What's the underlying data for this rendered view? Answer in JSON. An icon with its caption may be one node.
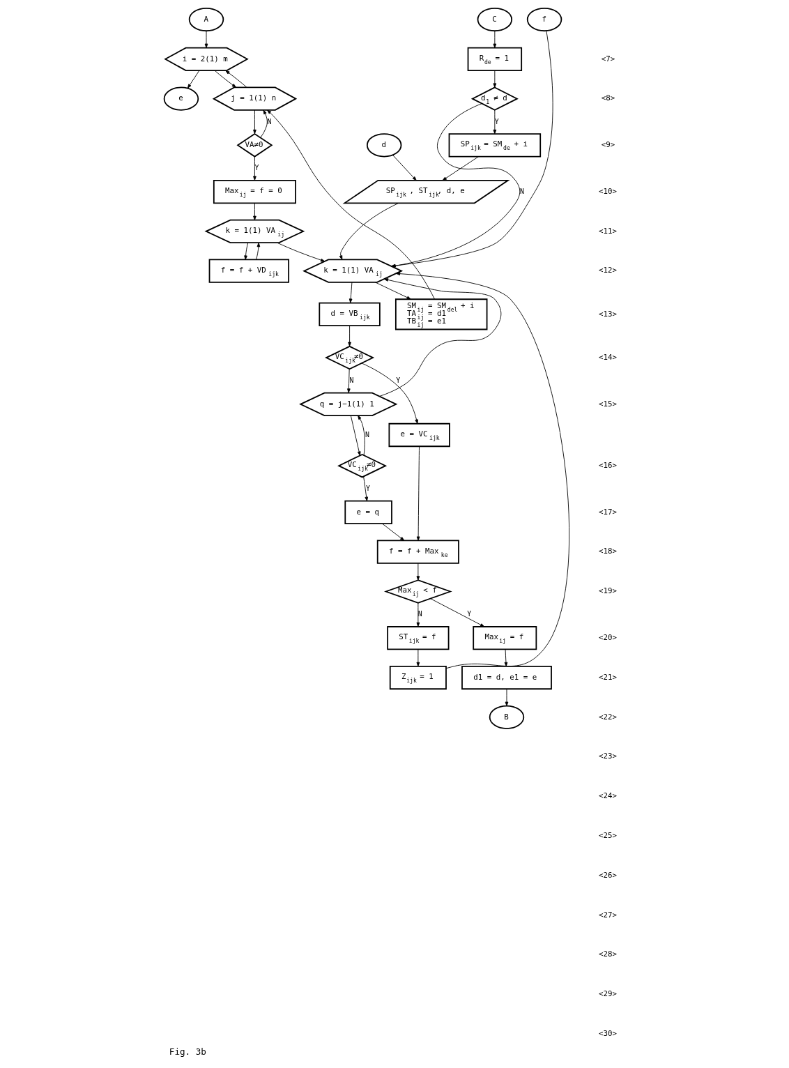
{
  "diagram": {
    "caption": "Fig. 3b",
    "nodes": [
      {
        "text": [
          "A"
        ]
      },
      {
        "text": [
          "i = 2(1) m"
        ]
      },
      {
        "text": [
          "e"
        ]
      },
      {
        "text": [
          "j = 1(1) n"
        ]
      },
      {
        "text": [
          "VA≠0"
        ]
      },
      {
        "text": [
          "Max$_{ij}$ = f = 0"
        ]
      },
      {
        "text": [
          "k = 1(1) VA$_{ij}$"
        ]
      },
      {
        "text": [
          "f = f + VD$_{ijk}$"
        ]
      },
      {
        "text": [
          "k = 1(1) VA$_{ij}$"
        ]
      },
      {
        "text": [
          "d = VB$_{ijk}$"
        ]
      },
      {
        "text": [
          "VC$_{ijk}$≠0"
        ]
      },
      {
        "text": [
          "q = j−1(1) 1"
        ]
      },
      {
        "text": [
          "e = VC$_{ijk}$"
        ]
      },
      {
        "text": [
          "VC$_{ijk}$≠0"
        ]
      },
      {
        "text": [
          "e = q"
        ]
      },
      {
        "text": [
          "f = f + Max$_{ke}$"
        ]
      },
      {
        "text": [
          "Max$_{ij}$ < f"
        ]
      },
      {
        "text": [
          "ST$_{ijk}$ = f"
        ]
      },
      {
        "text": [
          "Max$_{ij}$ = f"
        ]
      },
      {
        "text": [
          "Z$_{ijk}$ = 1"
        ]
      },
      {
        "text": [
          "d1 = d, e1 = e"
        ]
      },
      {
        "text": [
          "B"
        ]
      },
      {
        "text": [
          "R$_{de}$ = 1"
        ]
      },
      {
        "text": [
          "C"
        ]
      },
      {
        "text": [
          "SM$_{ij}$ = SM$_{del}$ + i",
          "TA$_{ij}$ = d1",
          "TB$_{ij}$ = e1"
        ]
      },
      {
        "text": [
          "d$_{1}$ ≠ d"
        ]
      },
      {
        "text": [
          "SP$_{ijk}$ = SM$_{de}$ + i"
        ]
      },
      {
        "text": [
          "d"
        ]
      },
      {
        "text": [
          "SP$_{ijk}$ , ST$_{ijk}$, d, e"
        ]
      },
      {
        "text": [
          "f"
        ]
      }
    ],
    "edges": [
      {
        "from": 0,
        "to": 1,
        "arrow": "to"
      },
      {
        "from": 1,
        "to": 2,
        "arrow": "to"
      },
      {
        "from": 1,
        "to": 3,
        "arrow": "to"
      },
      {
        "from": 3,
        "to": 1,
        "arrow": "to"
      },
      {
        "from": 3,
        "to": 4,
        "arrow": "to"
      },
      {
        "from": 24,
        "to": 3,
        "arrow": "to"
      },
      {
        "from": 4,
        "to": 3,
        "arrow": "to",
        "label": "N"
      },
      {
        "from": 4,
        "to": 5,
        "arrow": "to",
        "label": "Y"
      },
      {
        "from": 5,
        "to": 6,
        "arrow": "to"
      },
      {
        "from": 6,
        "to": 7,
        "arrow": "to"
      },
      {
        "from": 7,
        "to": 6,
        "arrow": "to"
      },
      {
        "from": 6,
        "to": 8,
        "arrow": "to"
      },
      {
        "from": 8,
        "to": 9,
        "arrow": "to"
      },
      {
        "from": 8,
        "to": 24,
        "arrow": "to"
      },
      {
        "from": 9,
        "to": 10,
        "arrow": "to"
      },
      {
        "from": 10,
        "to": 11,
        "arrow": "to",
        "label": "N"
      },
      {
        "from": 10,
        "to": 12,
        "arrow": "to",
        "label": "Y"
      },
      {
        "from": 11,
        "to": 13,
        "arrow": "to"
      },
      {
        "from": 13,
        "to": 11,
        "arrow": "to",
        "label": "N"
      },
      {
        "from": 13,
        "to": 14,
        "arrow": "to",
        "label": "Y"
      },
      {
        "from": 11,
        "to": 8,
        "arrow": "to"
      },
      {
        "from": 14,
        "to": 15,
        "arrow": "to"
      },
      {
        "from": 12,
        "to": 15,
        "arrow": "to"
      },
      {
        "from": 15,
        "to": 16,
        "arrow": "to"
      },
      {
        "from": 16,
        "to": 17,
        "arrow": "to",
        "label": "N"
      },
      {
        "from": 16,
        "to": 18,
        "arrow": "to",
        "label": "Y"
      },
      {
        "from": 17,
        "to": 19,
        "arrow": "to"
      },
      {
        "from": 18,
        "to": 20,
        "arrow": "to"
      },
      {
        "from": 19,
        "to": 8,
        "arrow": "to"
      },
      {
        "from": 20,
        "to": 21,
        "arrow": "to"
      },
      {
        "from": 23,
        "to": 22,
        "arrow": "to"
      },
      {
        "from": 22,
        "to": 25,
        "arrow": "to"
      },
      {
        "from": 25,
        "to": 8,
        "arrow": "to",
        "label": "N"
      },
      {
        "from": 25,
        "to": 26,
        "arrow": "to",
        "label": "Y"
      },
      {
        "from": 26,
        "to": 28,
        "arrow": "to"
      },
      {
        "from": 27,
        "to": 28,
        "arrow": "to"
      },
      {
        "from": 28,
        "to": 8,
        "arrow": "to"
      },
      {
        "from": 29,
        "to": 8,
        "arrow": "to"
      }
    ],
    "labels": [
      "<7>",
      "<8>",
      "<9>",
      "<10>",
      "<11>",
      "<12>",
      "<13>",
      "<14>",
      "<15>",
      "<16>",
      "<17>",
      "<18>",
      "<19>",
      "<20>",
      "<21>",
      "<22>",
      "<23>",
      "<24>",
      "<25>",
      "<26>",
      "<27>",
      "<28>",
      "<29>",
      "<30>"
    ]
  }
}
